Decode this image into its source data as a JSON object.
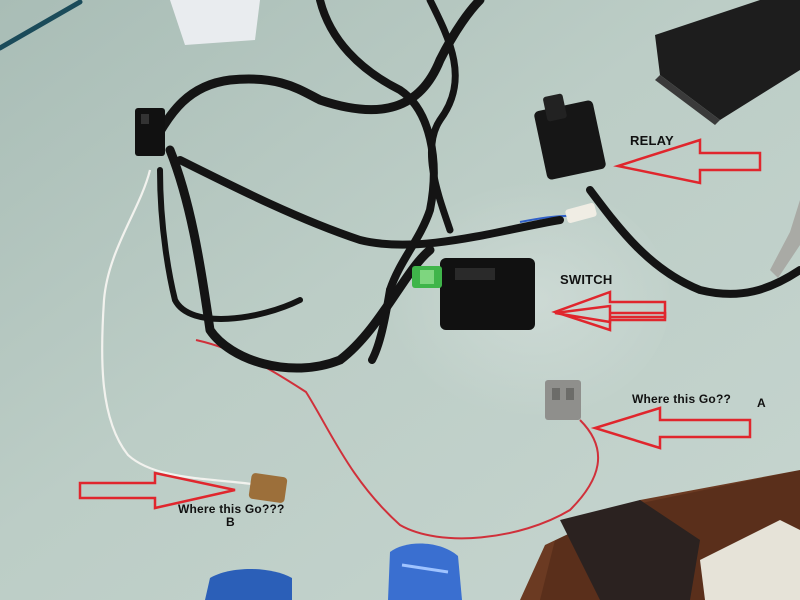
{
  "annotations": {
    "relay": "RELAY",
    "switch": "SWITCH",
    "where_a": "Where this Go??",
    "letter_a": "A",
    "where_b": "Where this Go???",
    "letter_b": "B"
  },
  "colors": {
    "table_glass": "#b7c9c1",
    "floor_wood": "#6b3a22",
    "wire_harness": "#141414",
    "arrow_outline": "#e0262d",
    "red_wire": "#d0303a",
    "white_wire": "#f2f2ee"
  }
}
